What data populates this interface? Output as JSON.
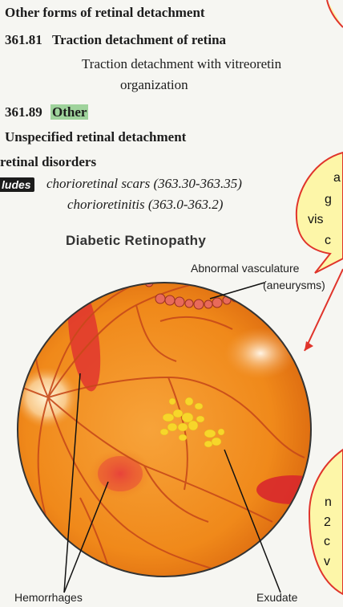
{
  "codes": {
    "line1": "Other forms of retinal detachment",
    "line2_code": "361.81",
    "line2_title": "Traction detachment of retina",
    "line3": "Traction detachment with vitreoretin",
    "line4": "organization",
    "line5_code": "361.89",
    "line5_title": "Other",
    "line6": "Unspecified retinal detachment",
    "line7": "retinal disorders",
    "excludes_tag": "ludes",
    "excl1": "chorioretinal scars (363.30-363.35)",
    "excl2": "chorioretinitis (363.0-363.2)"
  },
  "figure": {
    "title": "Diabetic Retinopathy",
    "label_vasc1": "Abnormal vasculature",
    "label_vasc2": "(aneurysms)",
    "label_hem": "Hemorrhages",
    "label_exudate": "Exudate"
  },
  "callouts": {
    "top_right_letters": [
      "a",
      "g",
      "vis",
      "c"
    ],
    "bottom_right_letters": [
      "n",
      "2",
      "c",
      "v"
    ]
  },
  "colors": {
    "highlight": "#9fd39c",
    "callout_fill": "#fdf6a8",
    "callout_border": "#e0342b",
    "retina": "#f2901e"
  }
}
